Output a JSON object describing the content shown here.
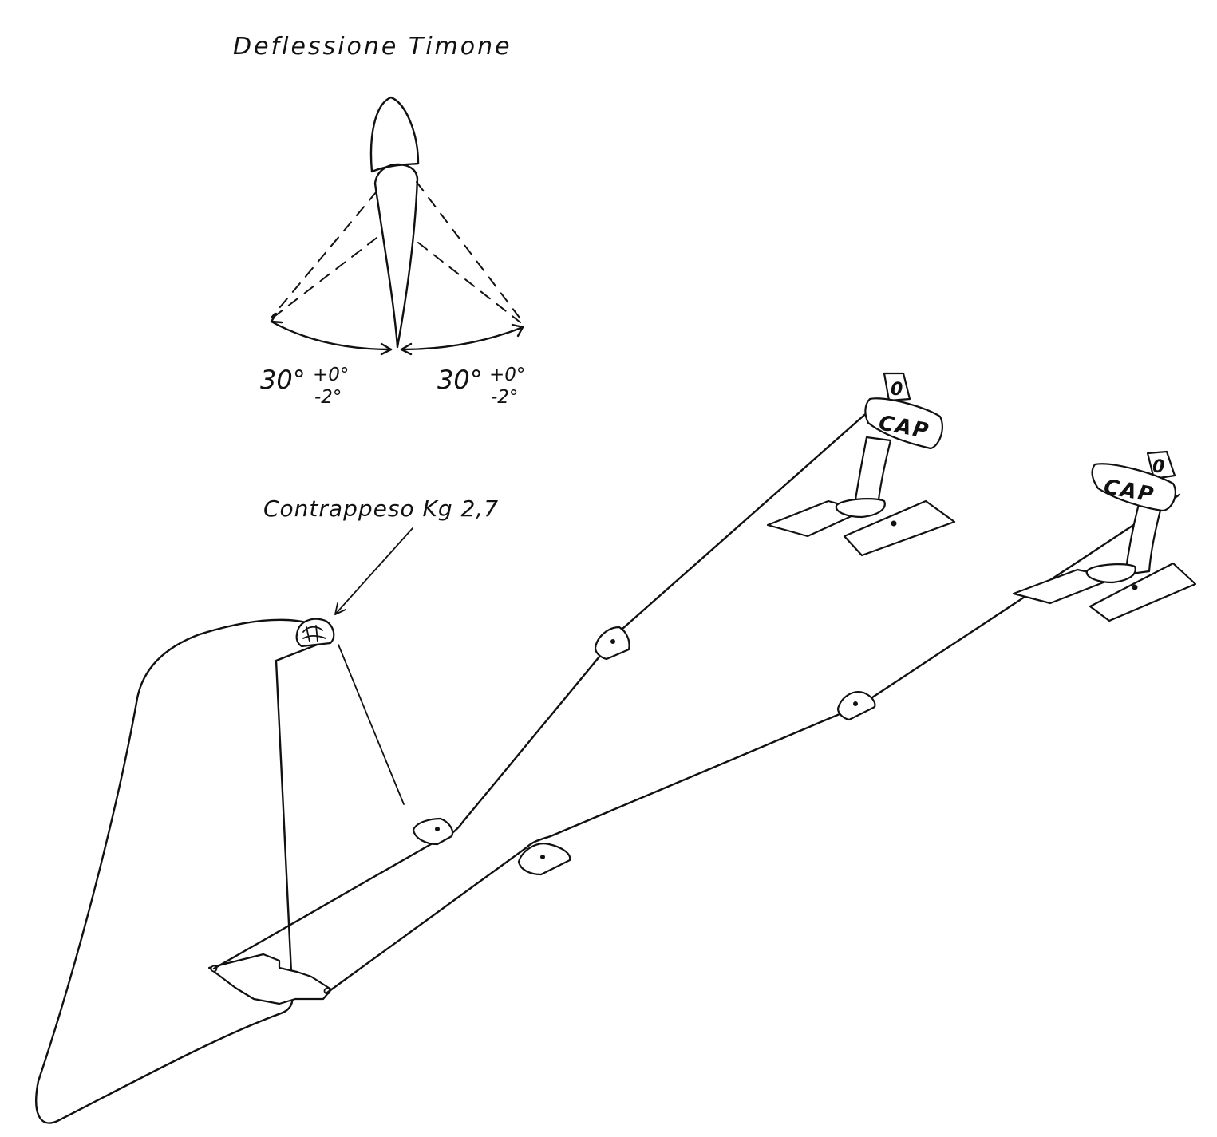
{
  "title": "Deflessione Timone",
  "deflection": {
    "left": {
      "angle": "30°",
      "tol_plus": "+0°",
      "tol_minus": "-2°"
    },
    "right": {
      "angle": "30°",
      "tol_plus": "+0°",
      "tol_minus": "-2°"
    }
  },
  "counterweight_label": "Contrappeso Kg 2,7",
  "pedals": [
    {
      "plate": "CAP",
      "tag": "0"
    },
    {
      "plate": "CAP",
      "tag": "0"
    }
  ]
}
